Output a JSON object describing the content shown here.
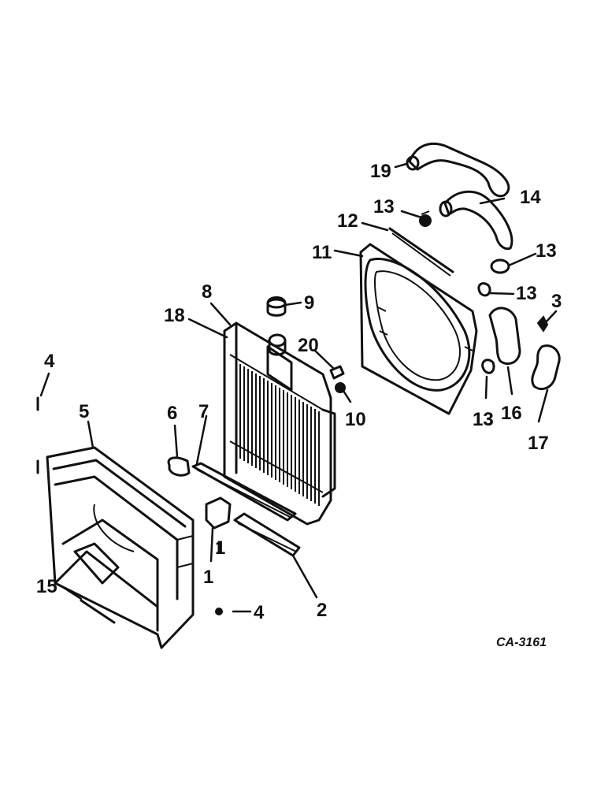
{
  "diagram_code": "CA-3161",
  "callouts": [
    "19",
    "14",
    "13",
    "12",
    "13",
    "11",
    "13",
    "13",
    "3",
    "8",
    "9",
    "18",
    "20",
    "4",
    "10",
    "5",
    "6",
    "7",
    "16",
    "13",
    "17",
    "1",
    "1",
    "15",
    "4",
    "2"
  ]
}
